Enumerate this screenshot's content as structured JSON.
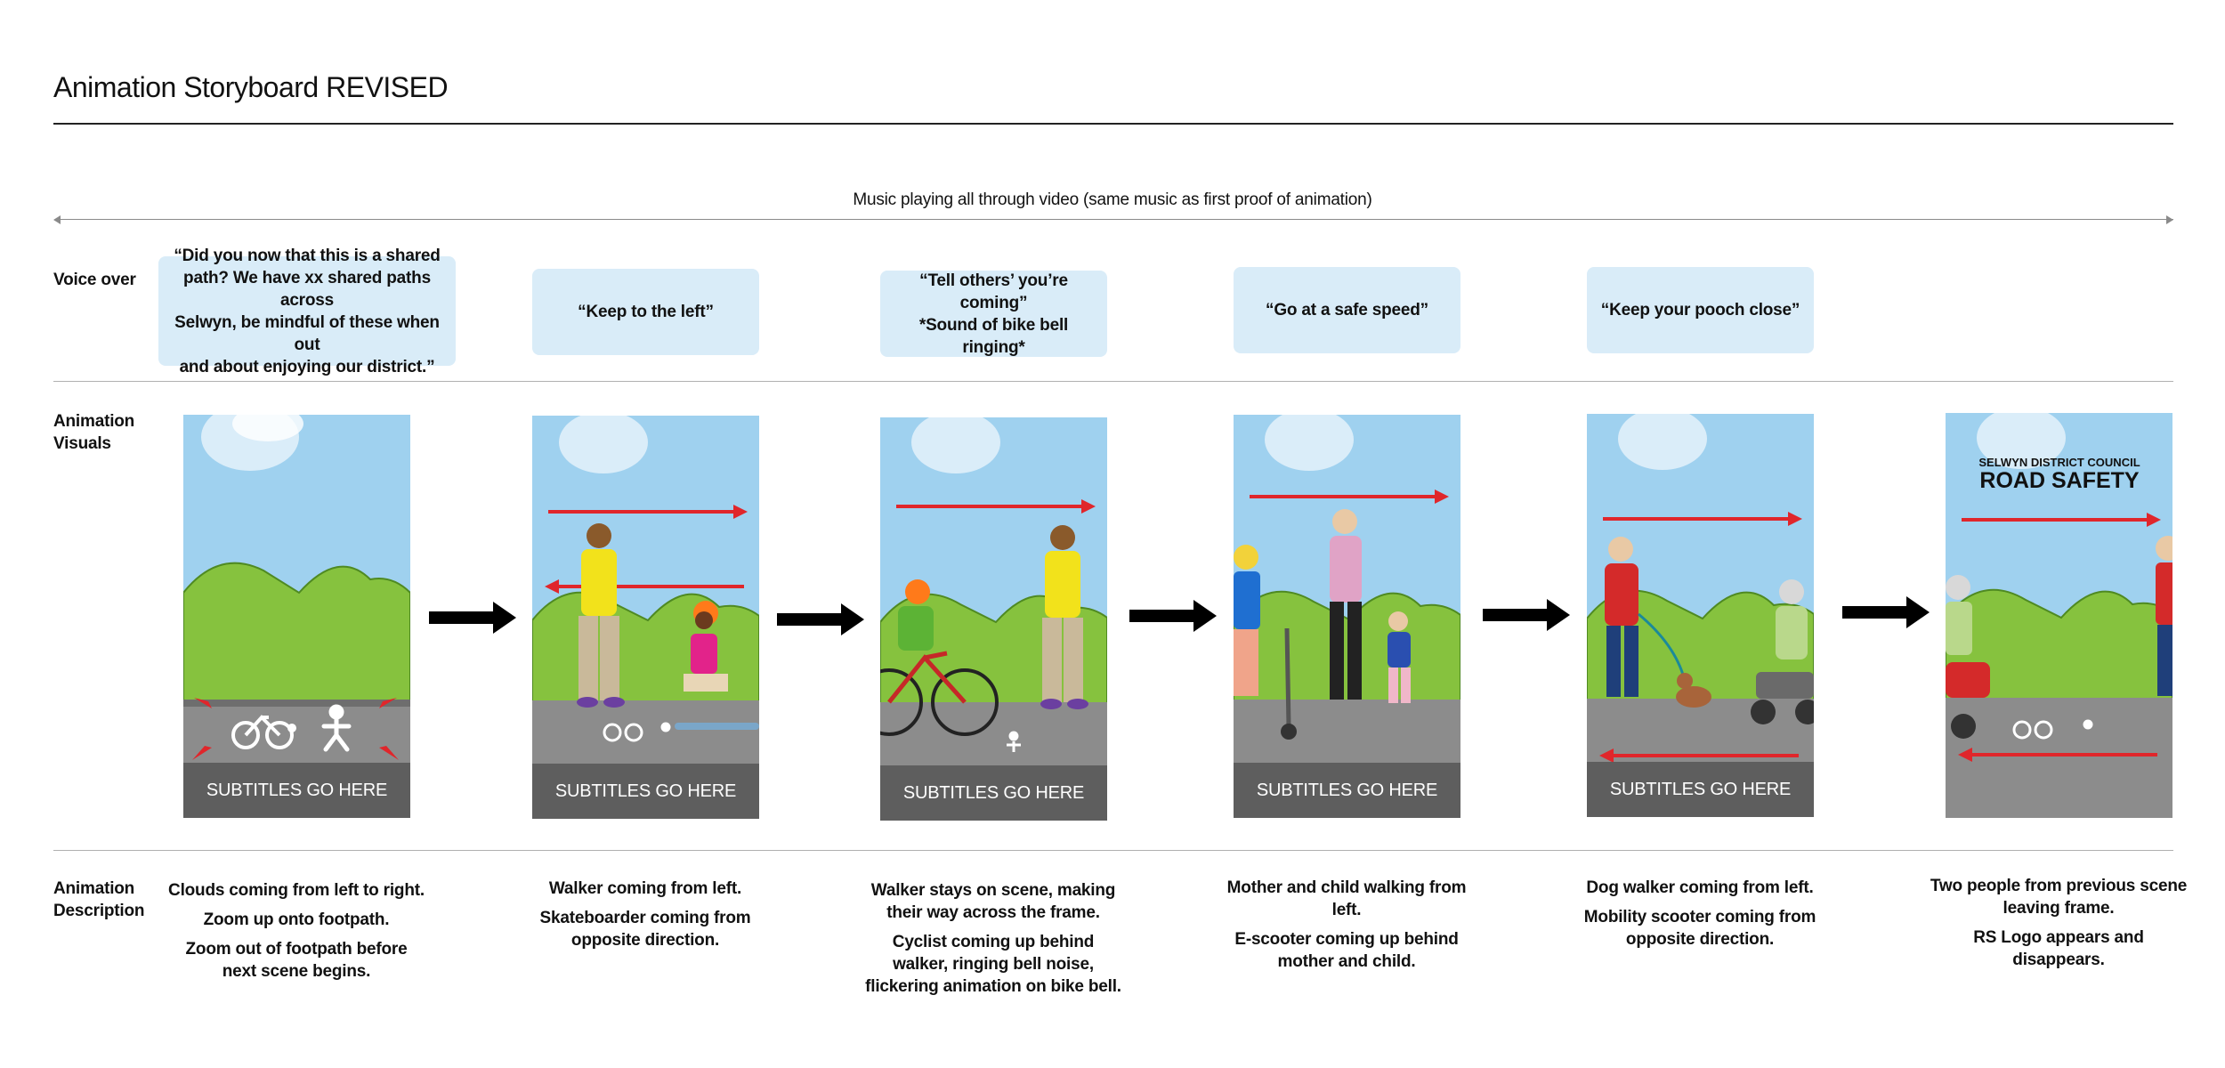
{
  "title": "Animation Storyboard REVISED",
  "music_note": "Music playing all through video (same music as first proof of animation)",
  "row_labels": {
    "voice_over": "Voice over",
    "visuals_1": "Animation",
    "visuals_2": "Visuals",
    "description_1": "Animation",
    "description_2": "Description"
  },
  "voice_over": [
    {
      "lines": [
        "“Did you now that this is a shared",
        "path? We have xx shared paths across",
        "Selwyn, be mindful of these when out",
        "and about enjoying our district.”"
      ]
    },
    {
      "lines": [
        "“Keep to the left”"
      ]
    },
    {
      "lines": [
        "“Tell others’ you’re coming”",
        "*Sound of bike bell ringing*"
      ]
    },
    {
      "lines": [
        "“Go at a safe speed”"
      ]
    },
    {
      "lines": [
        "“Keep your pooch close”"
      ]
    }
  ],
  "panels": [
    {
      "subtitle": "SUBTITLES GO HERE",
      "scene": "zoom-footpath"
    },
    {
      "subtitle": "SUBTITLES GO HERE",
      "scene": "walker-skateboarder"
    },
    {
      "subtitle": "SUBTITLES GO  HERE",
      "scene": "walker-cyclist"
    },
    {
      "subtitle": "SUBTITLES GO  HERE",
      "scene": "mother-child-escooter"
    },
    {
      "subtitle": "SUBTITLES GO HERE",
      "scene": "dog-walker-mobility-scooter"
    },
    {
      "subtitle": "",
      "scene": "logo-end",
      "logo_small": "SELWYN DISTRICT COUNCIL",
      "logo_big": "ROAD SAFETY"
    }
  ],
  "descriptions": [
    {
      "paras": [
        "Clouds coming from left to right.",
        "Zoom up onto footpath.",
        "Zoom out of footpath before next scene begins."
      ]
    },
    {
      "paras": [
        "Walker coming from left.",
        "Skateboarder coming from opposite direction."
      ]
    },
    {
      "paras": [
        "Walker stays on scene, making their way across the frame.",
        "Cyclist coming up behind walker, ringing bell noise, flickering animation on bike bell."
      ]
    },
    {
      "paras": [
        "Mother and child walking from left.",
        "E-scooter coming up behind mother and child."
      ]
    },
    {
      "paras": [
        "Dog walker coming from left.",
        "Mobility scooter coming from opposite direction."
      ]
    },
    {
      "paras": [
        "Two people from previous scene leaving frame.",
        "RS Logo appears and disappears."
      ]
    }
  ],
  "colors": {
    "voice_bubble": "#d9ecf8",
    "sky": "#9fd1ef",
    "hill": "#86c23e",
    "path": "#8c8c8c",
    "direction_arrow": "#e0262b",
    "flow_arrow": "#000000"
  },
  "icons": [
    "flow-arrow-icon",
    "bike-symbol-icon",
    "walker-symbol-icon",
    "direction-arrow-icon"
  ]
}
